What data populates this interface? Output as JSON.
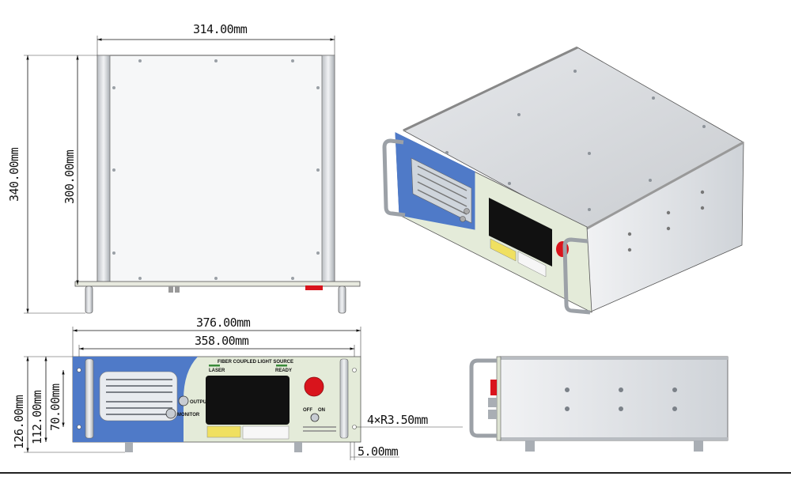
{
  "dimensions": {
    "top_width": "314.00mm",
    "depth_outer": "340.00mm",
    "depth_inner": "300.00mm",
    "front_outer_width": "376.00mm",
    "front_inner_width": "358.00mm",
    "height_outer": "126.00mm",
    "height_inner": "112.00mm",
    "height_panel": "70.00mm",
    "hole_spec": "4×R3.50mm",
    "offset": "5.00mm"
  },
  "front_panel": {
    "title": "FIBER COUPLED LIGHT SOURCE",
    "laser_label": "LASER",
    "ready_label": "READY",
    "output_label": "OUTPUT",
    "monitor_label": "MONITOR",
    "off_label": "OFF",
    "on_label": "ON",
    "colors": {
      "panel": "#e4ebd9",
      "blue": "#4f7ac8",
      "screen": "#111111",
      "stop_button": "#d9141c",
      "chassis": "#c9cdd2"
    }
  }
}
